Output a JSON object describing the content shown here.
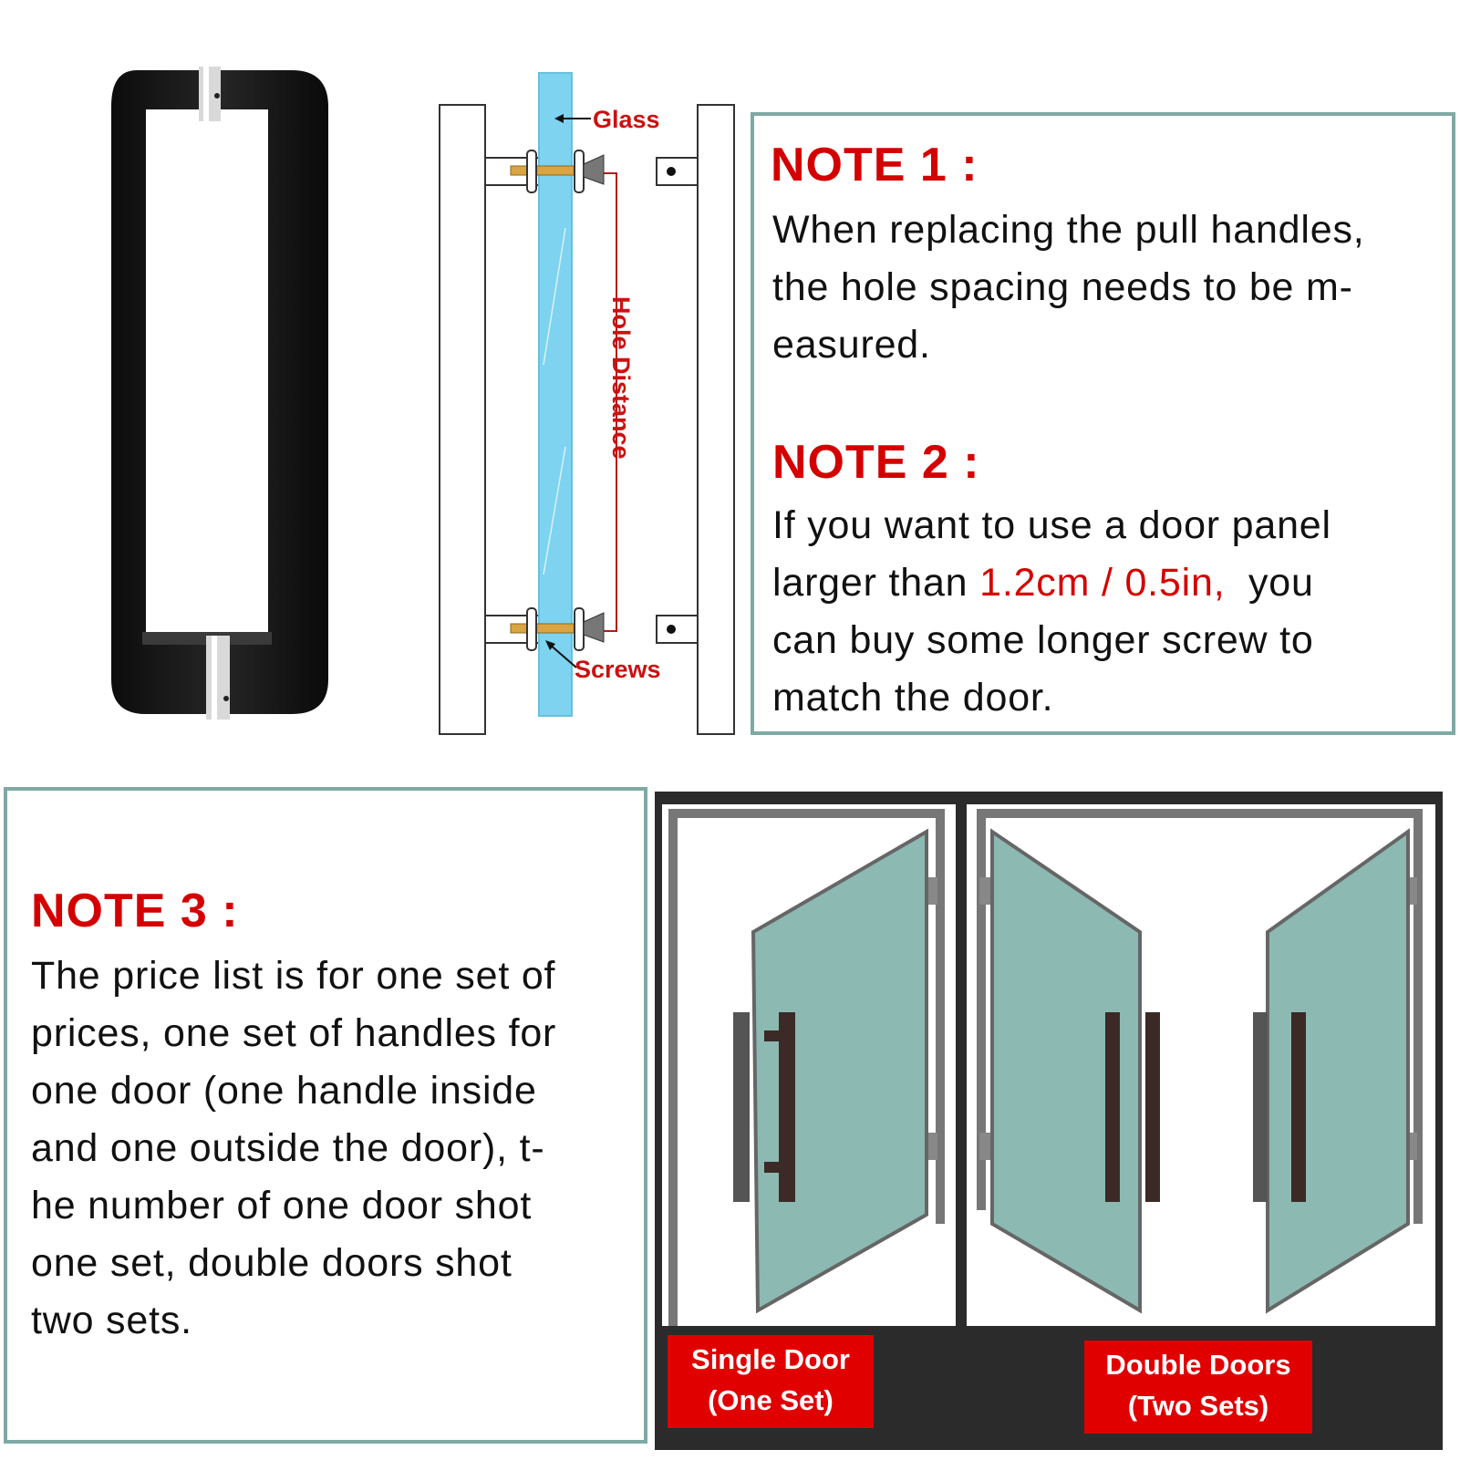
{
  "diagram": {
    "glass_label": "Glass",
    "hole_distance_label": "Hole Distance",
    "screws_label": "Screws"
  },
  "note1": {
    "title": "NOTE 1 :",
    "lines": [
      "When replacing the pull handles,",
      "the hole spacing needs to be m-",
      "easured."
    ]
  },
  "note2": {
    "title": "NOTE 2 :",
    "line1": "If you want to use a door panel",
    "line2_prefix": "larger than ",
    "line2_highlight": "1.2cm / 0.5in,",
    "line2_suffix": "  you",
    "line3": "can buy some longer screw to",
    "line4": "match the door."
  },
  "note3": {
    "title": "NOTE 3 :",
    "lines": [
      "The price list is for one set of",
      "prices, one set of handles for",
      "one door (one handle inside",
      "and one outside the door), t-",
      "he number of one door shot",
      "one set, double doors shot",
      "two sets."
    ]
  },
  "doors": {
    "single": {
      "line1": "Single Door",
      "line2": "(One Set)"
    },
    "double": {
      "line1": "Double Doors",
      "line2": "(Two Sets)"
    }
  },
  "colors": {
    "accent_red": "#d40000",
    "note_border": "#7fa9a4",
    "glass_blue": "#7dd3f0",
    "door_glass": "#8cb9b2",
    "handle_black": "#141414"
  }
}
